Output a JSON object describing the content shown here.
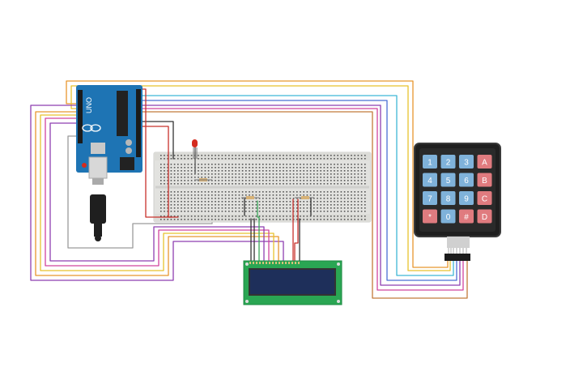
{
  "canvas": {
    "background": "#ffffff"
  },
  "arduino": {
    "model": "UNO",
    "board_color": "#1e74b4",
    "icon": "arduino-board-icon"
  },
  "led": {
    "color": "#d42b1e",
    "icon": "red-led-icon"
  },
  "keypad": {
    "icon": "keypad-4x4-icon",
    "keys": [
      [
        "1",
        "2",
        "3",
        "A"
      ],
      [
        "4",
        "5",
        "6",
        "B"
      ],
      [
        "7",
        "8",
        "9",
        "C"
      ],
      [
        "*",
        "0",
        "#",
        "D"
      ]
    ],
    "number_color": "#7fb2da",
    "function_color": "#e07b7f"
  },
  "lcd": {
    "icon": "lcd-16x2-icon",
    "board_color": "#2aa653",
    "screen_color": "#1e2f5a"
  },
  "wire_colors": {
    "orange": "#e8962e",
    "yellow": "#e8c22e",
    "cyan": "#3fb6d6",
    "blue": "#4a6fd4",
    "purple": "#8e3fb0",
    "pink": "#d1439e",
    "red": "#c8312b",
    "gray": "#9a9a9a",
    "green": "#3aa85a",
    "black": "#333333"
  }
}
